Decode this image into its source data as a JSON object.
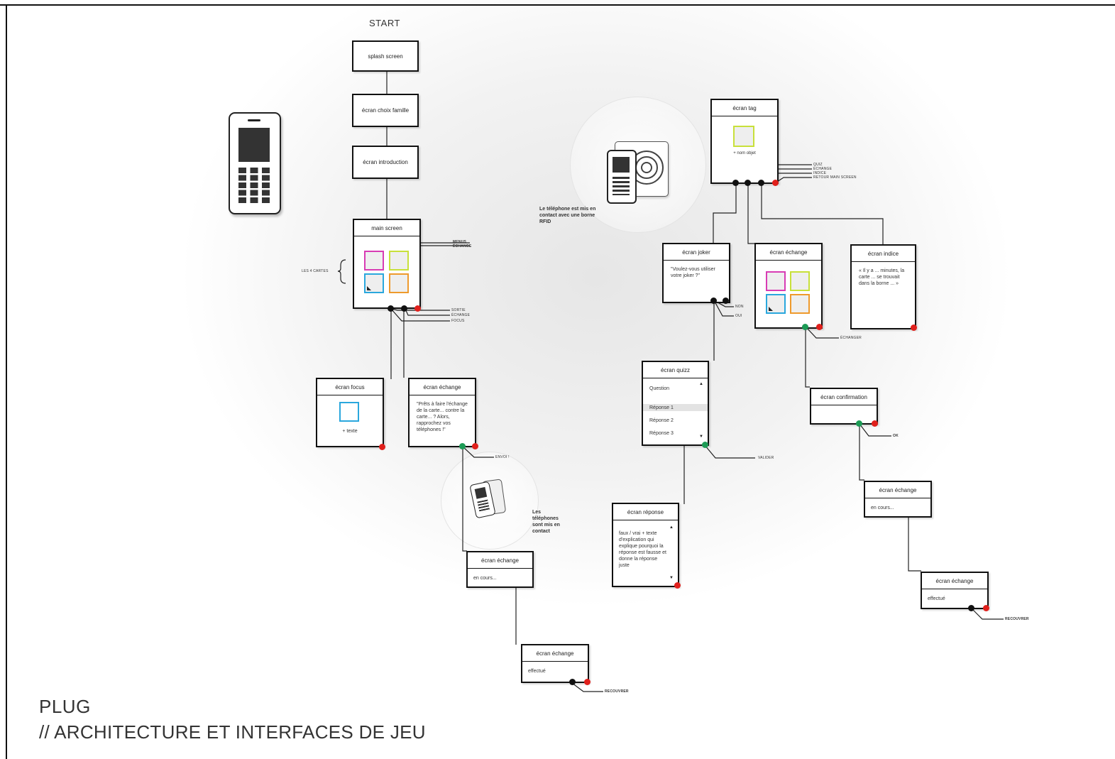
{
  "start_label": "START",
  "title": "PLUG",
  "subtitle": "// ARCHITECTURE ET INTERFACES DE JEU",
  "phone_icon": "mobile-phone-icon",
  "left_flow": {
    "splash": "splash screen",
    "choix_famille": "écran choix famille",
    "introduction": "écran introduction",
    "main_screen": "main screen",
    "main_top_labels": [
      "MENUS",
      "ÉCHANGE"
    ],
    "cards_label": "LES 4 CARTES",
    "main_bottom_labels": [
      "SORTIE",
      "ÉCHANGE",
      "FOCUS"
    ],
    "focus_title": "écran focus",
    "focus_text": "+ texte",
    "echange_title": "écran échange",
    "echange_text": "\"Prêts à faire l'échange de la carte... contre la carte... ? Alors, rapprochez vos téléphones !\"",
    "envoi_label": "ENVOI !",
    "phones_note": "Les téléphones sont mis en contact",
    "encours_title": "écran échange",
    "encours_text": "en cours...",
    "effectue_title": "écran échange",
    "effectue_text": "effectué",
    "recouvrer_label": "RECOUVRER"
  },
  "right_flow": {
    "rfid_note": "Le téléphone est mis en contact avec une borne RFID",
    "tag_title": "écran tag",
    "tag_text": "+ nom objet",
    "tag_labels": [
      "QUIZ",
      "ÉCHANGE",
      "INDICE",
      "RETOUR MAIN SCREEN"
    ],
    "joker_title": "écran joker",
    "joker_text": "\"Voulez-vous utiliser votre joker ?\"",
    "joker_labels": [
      "NON",
      "OUI"
    ],
    "echange_title": "écran échange",
    "echange_label": "ÉCHANGER",
    "indice_title": "écran indice",
    "indice_text": "« Il y a ... minutes, la carte ... se trouvait dans la borne ... »",
    "quizz_title": "écran quizz",
    "quizz_question": "Question",
    "quizz_answers": [
      "Réponse 1",
      "Réponse 2",
      "Réponse 3"
    ],
    "valider_label": "VALIDER",
    "reponse_title": "écran réponse",
    "reponse_text": "faux / vrai + texte d'explication qui explique pourquoi la réponse est fausse et donne la réponse juste",
    "confirmation_title": "écran confirmation",
    "ok_label": "OK",
    "encours_title": "écran échange",
    "encours_text": "en cours...",
    "effectue_title": "écran échange",
    "effectue_text": "effectué",
    "recouvrer_label": "RECOUVRER"
  },
  "colors": {
    "magenta": "#d83cb4",
    "lime": "#c8e03a",
    "cyan": "#2aa7dd",
    "orange": "#ee9a2c",
    "red_dot": "#e0201c",
    "green_dot": "#1c9b55"
  }
}
